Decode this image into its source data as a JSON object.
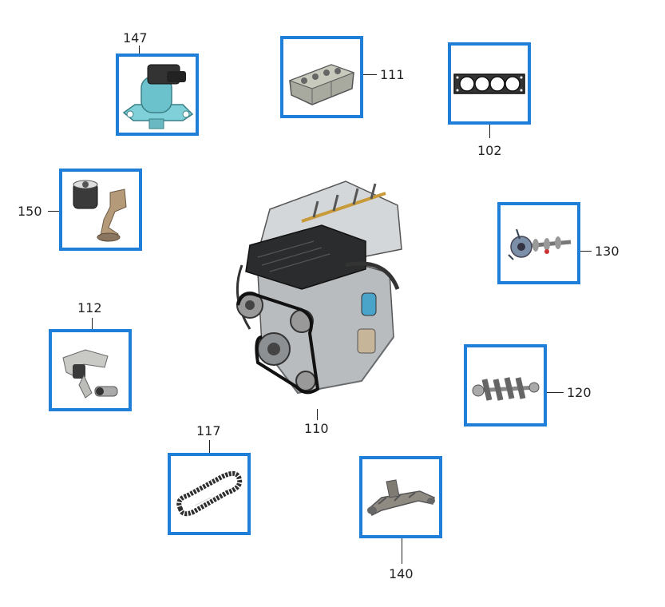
{
  "diagram": {
    "center": {
      "ref": "110",
      "icon": "engine-assembly-icon"
    },
    "parts": [
      {
        "ref": "147",
        "icon": "egr-valve-icon"
      },
      {
        "ref": "111",
        "icon": "cylinder-head-icon"
      },
      {
        "ref": "102",
        "icon": "head-gasket-icon"
      },
      {
        "ref": "150",
        "icon": "oil-filter-pump-icon"
      },
      {
        "ref": "130",
        "icon": "camshaft-icon"
      },
      {
        "ref": "112",
        "icon": "engine-mount-icon"
      },
      {
        "ref": "120",
        "icon": "crankshaft-icon"
      },
      {
        "ref": "117",
        "icon": "timing-belt-icon"
      },
      {
        "ref": "140",
        "icon": "exhaust-manifold-icon"
      }
    ],
    "colors": {
      "frame": "#1f7fd8",
      "leader": "#222222"
    }
  }
}
